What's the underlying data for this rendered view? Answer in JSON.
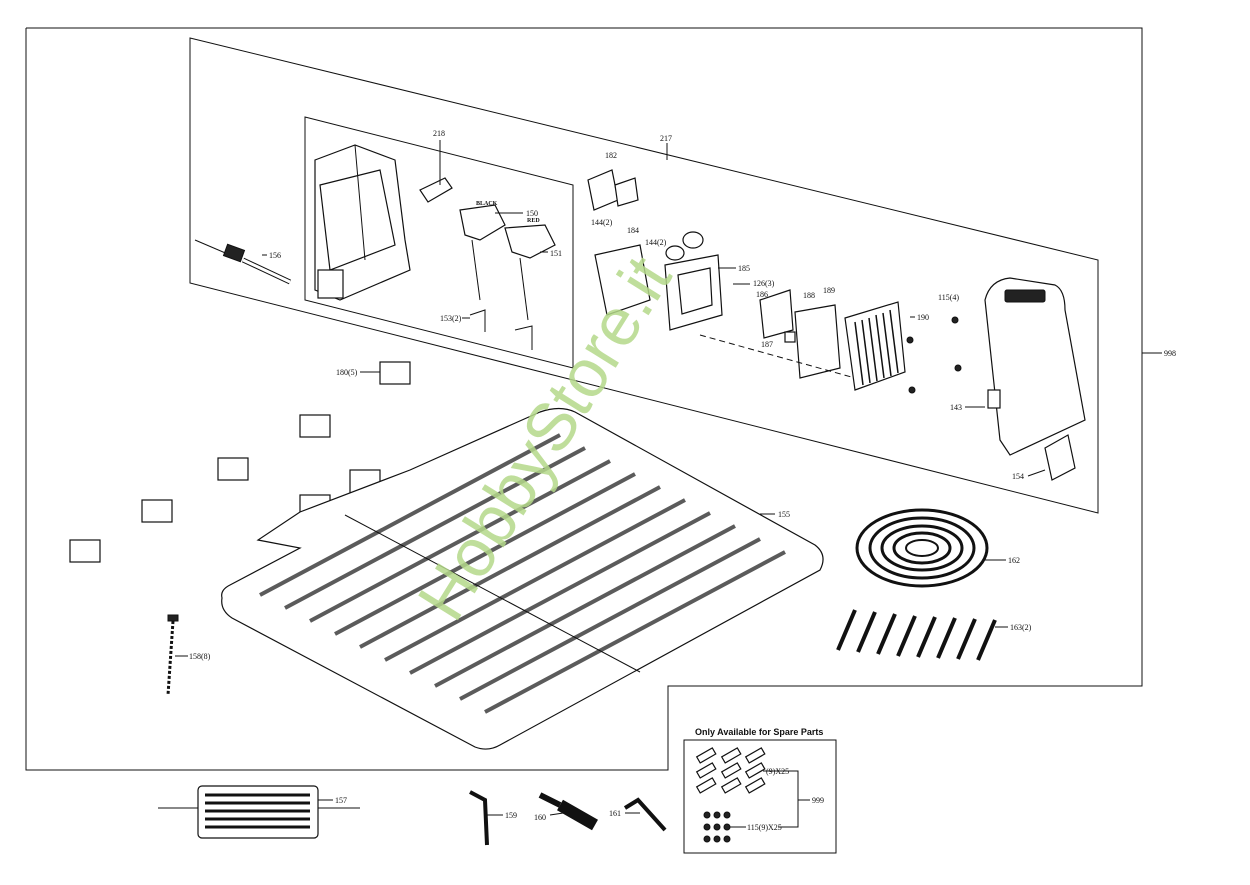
{
  "watermark": "HobbyStore.it",
  "parts": {
    "p218": "218",
    "p217": "217",
    "p182": "182",
    "p144a": "144(2)",
    "p144b": "144(2)",
    "p150": "150",
    "p151": "151",
    "p156": "156",
    "p153": "153(2)",
    "p184": "184",
    "p185": "185",
    "p126": "126(3)",
    "p186": "186",
    "p187": "187",
    "p188": "188",
    "p189": "189",
    "p190": "190",
    "p115": "115(4)",
    "p143": "143",
    "p154": "154",
    "p998": "998",
    "p180": "180(5)",
    "p155": "155",
    "p162": "162",
    "p163": "163(2)",
    "p158": "158(8)",
    "p157": "157",
    "p159": "159",
    "p160": "160",
    "p161": "161",
    "black": "BLACK",
    "red": "RED"
  },
  "spare": {
    "title": "Only Available for Spare Parts",
    "blades": "(9)X25",
    "screws": "115(9)X25",
    "kit": "999"
  }
}
